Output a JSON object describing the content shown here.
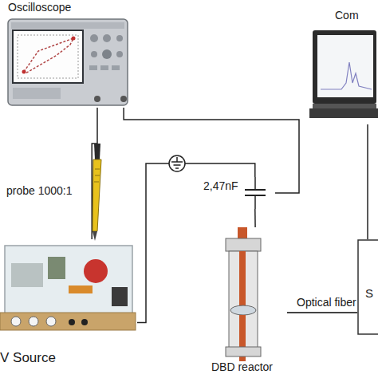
{
  "diagram": {
    "nodes": [
      {
        "text": [
          "Oscilloscope"
        ]
      },
      {
        "text": [
          "Com"
        ]
      },
      {
        "text": [
          "2,47nF"
        ]
      },
      {
        "text": [
          "V Source"
        ]
      },
      {
        "text": [
          "DBD reactor"
        ]
      },
      {
        "text": [
          "S"
        ]
      }
    ],
    "edges": [
      {
        "from": 0,
        "to": 3,
        "arrow": "none"
      },
      {
        "from": 0,
        "to": 2,
        "arrow": "none"
      },
      {
        "from": 3,
        "to": 2,
        "arrow": "none"
      },
      {
        "from": 2,
        "to": 4,
        "arrow": "none"
      },
      {
        "from": 4,
        "to": 5,
        "label": "Optical fiber",
        "arrow": "none"
      },
      {
        "from": 5,
        "to": 1,
        "arrow": "none"
      }
    ],
    "labels": [
      "probe 1000:1"
    ]
  }
}
